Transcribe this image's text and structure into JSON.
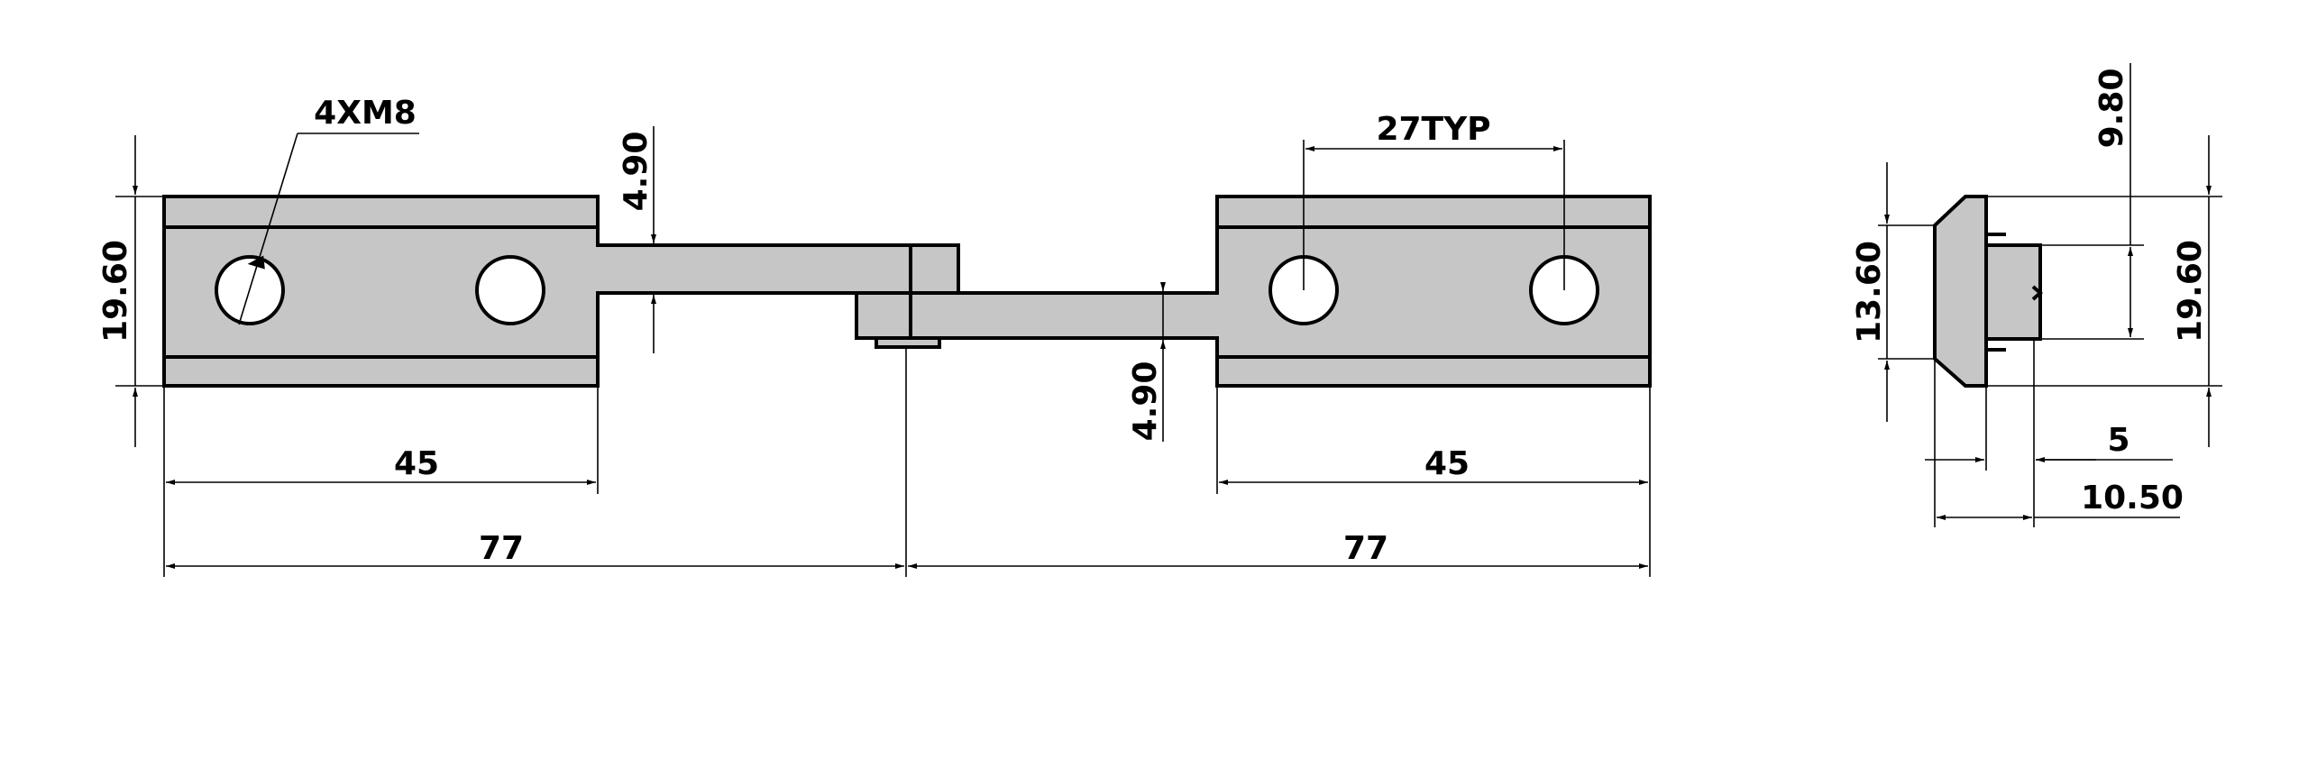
{
  "callouts": {
    "thread": "4XM8",
    "pitch": "27TYP"
  },
  "dims": {
    "left_height": "19.60",
    "left_tab": "4.90",
    "left_hole_span": "45",
    "left_total": "77",
    "right_tab": "4.90",
    "right_hole_span": "45",
    "right_total": "77",
    "side_inner_height": "13.60",
    "side_top_offset": "9.80",
    "side_height": "19.60",
    "side_step": "5",
    "side_depth": "10.50"
  },
  "colors": {
    "part_fill": "#c6c6c6",
    "line": "#000000",
    "background": "#ffffff"
  }
}
